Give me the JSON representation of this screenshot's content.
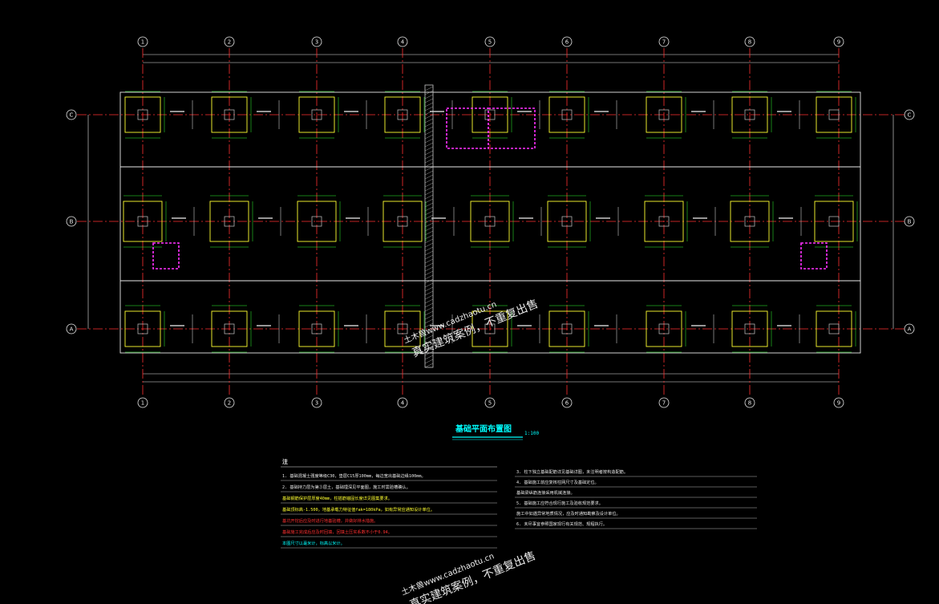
{
  "drawing": {
    "title": "基础平面布置图",
    "scale": "1:100"
  },
  "axes": {
    "vertical": [
      "1",
      "2",
      "3",
      "4",
      "5",
      "6",
      "7",
      "8",
      "9"
    ],
    "horizontal": [
      "C",
      "B",
      "A"
    ]
  },
  "notes": {
    "heading": "注",
    "left": [
      "1. 基础混凝土强度等级C30，垫层C15厚100mm，每边宽出基础边缘100mm。",
      "2. 基础持力层为第③层土，基础埋深见平面图，施工时需验槽确认。",
      "   基础钢筋保护层厚度40mm，柱插筋锚固长度详见图集要求。",
      "   基础顶标高-1.500，地基承载力特征值fak=180kPa，如有异常应通知设计单位。",
      "   基坑开挖后应及时进行地基验槽，并做好排水措施。",
      "   基础施工完成后应及时回填，回填土压实系数不小于0.94。",
      "   本图尺寸以毫米计，标高以米计。"
    ],
    "right": [
      "3. 柱下独立基础配筋详见基础详图，未注明者按构造配筋。",
      "4. 基础施工前应复核柱网尺寸及基础定位。",
      "   基础梁纵筋连接采用机械连接。",
      "5. 基础施工应符合现行施工及验收规范要求。",
      "   施工中如遇异常地质情况，应及时通知勘察及设计单位。",
      "6. 未尽事宜参照国家现行有关规范、规程执行。"
    ]
  },
  "watermark": {
    "line1": "土木兽www.cadzhaotu.cn",
    "line2": "真实建筑案例，不重复出售"
  },
  "colors": {
    "background": "#000000",
    "axis_line": "#ff3030",
    "footing": "#ffff30",
    "pier": "#c8c8c8",
    "beam_frame": "#e8e8e8",
    "dimension": "#30ff30",
    "section": "#ff30ff",
    "title": "#00ffff"
  }
}
